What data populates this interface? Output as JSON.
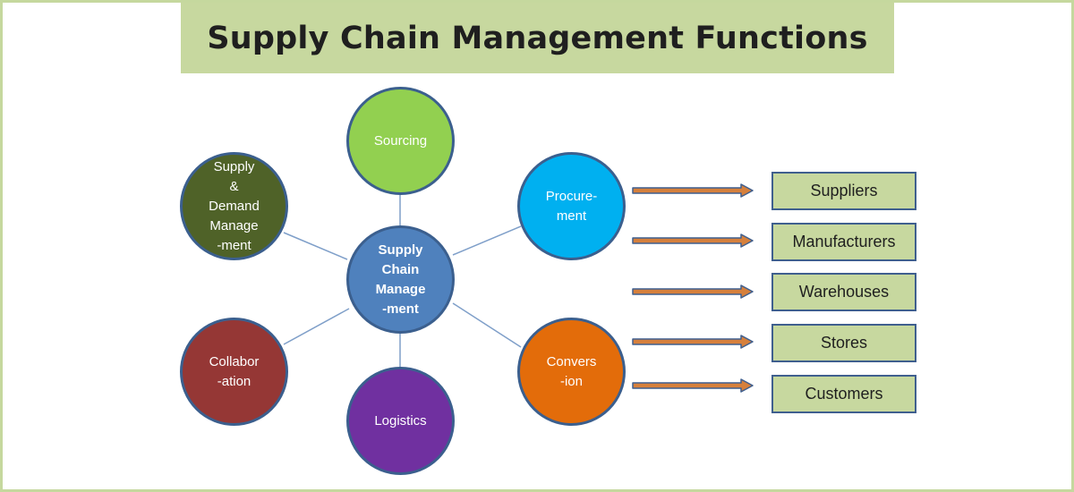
{
  "title": "Supply Chain Management Functions",
  "center": {
    "lines": [
      "Supply",
      "Chain",
      "Manage",
      "-ment"
    ],
    "color": "#4f81bd"
  },
  "nodes": [
    {
      "id": "sourcing",
      "lines": [
        "Sourcing"
      ],
      "color": "#92d050"
    },
    {
      "id": "procurement",
      "lines": [
        "Procure-",
        "ment"
      ],
      "color": "#00b0f0"
    },
    {
      "id": "conversion",
      "lines": [
        "Convers",
        "-ion"
      ],
      "color": "#e36c0a"
    },
    {
      "id": "logistics",
      "lines": [
        "Logistics"
      ],
      "color": "#7030a0"
    },
    {
      "id": "collaboration",
      "lines": [
        "Collabor",
        "-ation"
      ],
      "color": "#953735"
    },
    {
      "id": "supply-demand",
      "lines": [
        "Supply",
        "&",
        "Demand",
        "Manage",
        "-ment"
      ],
      "color": "#4f6228"
    }
  ],
  "boxes": [
    "Suppliers",
    "Manufacturers",
    "Warehouses",
    "Stores",
    "Customers"
  ],
  "colors": {
    "banner": "#c7d89f",
    "box_fill": "#c7d89f",
    "box_border": "#3f5f8e",
    "arrow_shaft": "#d6803c",
    "arrow_outline": "#3f5f8e",
    "connector": "#7f9fc9"
  }
}
